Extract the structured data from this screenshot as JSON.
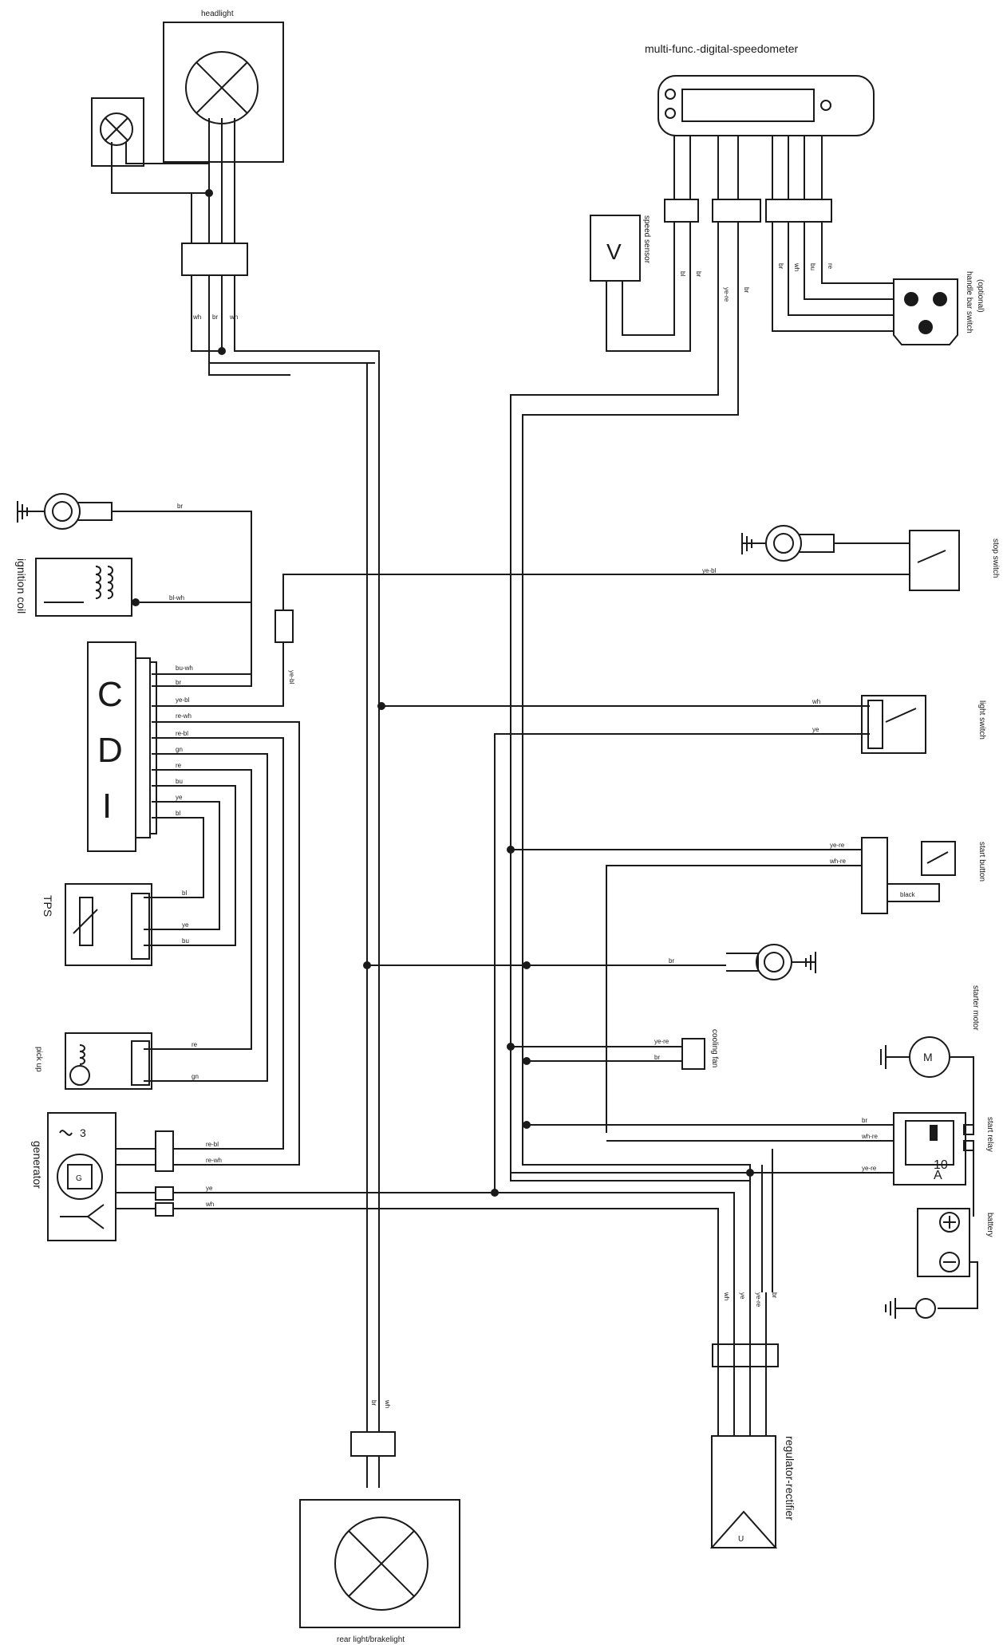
{
  "labels": {
    "headlight": "headlight",
    "speedometer": "multi-func.-digital-speedometer",
    "speed_sensor": "speed sensor",
    "handlebar_switch": "handle bar switch",
    "handlebar_optional": "(optional)",
    "ignition_coil": "ignition coil",
    "stop_switch": "stop switch",
    "light_switch": "light switch",
    "start_button": "start button",
    "black": "black",
    "starter_motor": "starter motor",
    "start_relay": "start relay",
    "battery": "battery",
    "cooling_fan": "cooling fan",
    "tps": "TPS",
    "pickup": "pick up",
    "generator": "generator",
    "regulator": "regulator-rectifier",
    "rear_light": "rear light/brakelight",
    "cdi_c": "C",
    "cdi_d": "D",
    "cdi_i": "I",
    "speed_v": "V",
    "motor_m": "M",
    "gen_g": "G",
    "gen_3": "3",
    "relay_10": "10",
    "relay_a": "A",
    "reg_u": "U"
  },
  "wires": {
    "head_wh1": "wh",
    "head_br": "br",
    "head_wh2": "wh",
    "speed_bl": "bl",
    "speed_br": "br",
    "speedo_yere": "ye-re",
    "speedo_br": "br",
    "hb_br": "br",
    "hb_wh": "wh",
    "hb_bu": "bu",
    "hb_re": "re",
    "gnd_br": "br",
    "coil_blwh": "bl-wh",
    "stop_yebl": "ye-bl",
    "stop_yebl2": "ye-bl",
    "cdi_buwh": "bu-wh",
    "cdi_br": "br",
    "cdi_yebl": "ye-bl",
    "cdi_rewh": "re-wh",
    "cdi_rebl": "re-bl",
    "cdi_gn": "gn",
    "cdi_re": "re",
    "cdi_bu": "bu",
    "cdi_ye": "ye",
    "cdi_bl": "bl",
    "ls_wh": "wh",
    "ls_ye": "ye",
    "sb_yere": "ye-re",
    "sb_whre": "wh-re",
    "tps_bl": "bl",
    "tps_ye": "ye",
    "tps_bu": "bu",
    "gnd2_br": "br",
    "pu_re": "re",
    "pu_gn": "gn",
    "fan_yere": "ye-re",
    "fan_br": "br",
    "relay_br": "br",
    "relay_whre": "wh-re",
    "relay_yere": "ye-re",
    "gen_rebl": "re-bl",
    "gen_rewh": "re-wh",
    "gen_ye": "ye",
    "gen_wh": "wh",
    "reg_wh": "wh",
    "reg_ye": "ye",
    "reg_yere": "ye-re",
    "reg_br": "br",
    "rear_br": "br",
    "rear_wh": "wh"
  }
}
